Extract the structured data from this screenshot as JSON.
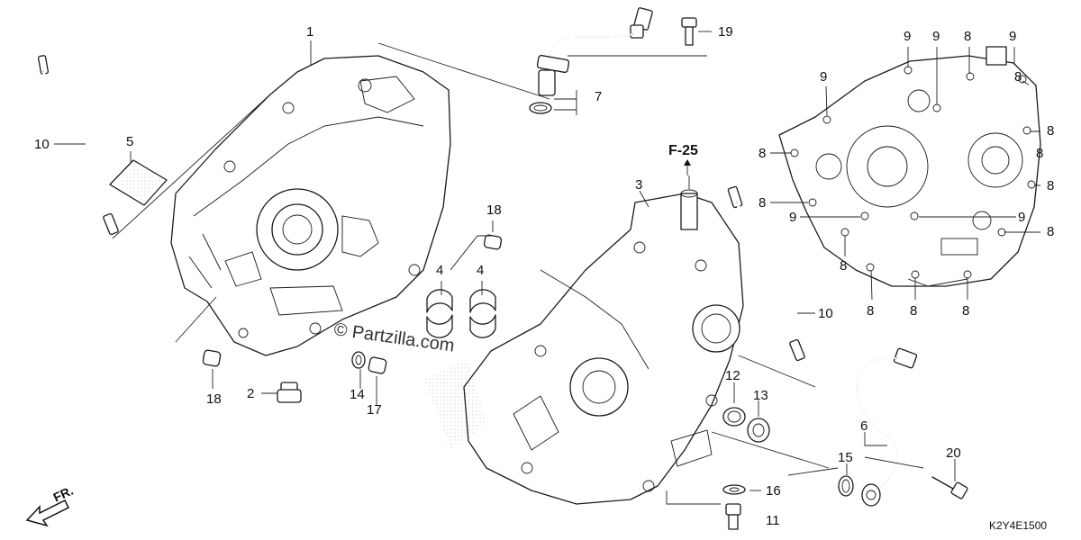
{
  "diagram": {
    "section_ref": "F-25",
    "direction_label": "FR.",
    "watermark": "© Partzilla.com",
    "figure_code": "K2Y4E1500",
    "callouts": {
      "c1": "1",
      "c2": "2",
      "c3": "3",
      "c4a": "4",
      "c4b": "4",
      "c5": "5",
      "c6": "6",
      "c7": "7",
      "c8_1": "8",
      "c8_2": "8",
      "c8_3": "8",
      "c8_4": "8",
      "c8_5": "8",
      "c8_6": "8",
      "c8_7": "8",
      "c8_8": "8",
      "c8_9": "8",
      "c8_10": "8",
      "c8_11": "8",
      "c8_12": "8",
      "c9_1": "9",
      "c9_2": "9",
      "c9_3": "9",
      "c9_4": "9",
      "c9_5": "9",
      "c9_6": "9",
      "c10a": "10",
      "c10b": "10",
      "c11": "11",
      "c12": "12",
      "c13": "13",
      "c14": "14",
      "c15": "15",
      "c16": "16",
      "c17": "17",
      "c18a": "18",
      "c18b": "18",
      "c19": "19",
      "c20": "20"
    }
  },
  "colors": {
    "ink": "#1a1a1a",
    "background": "#ffffff"
  }
}
